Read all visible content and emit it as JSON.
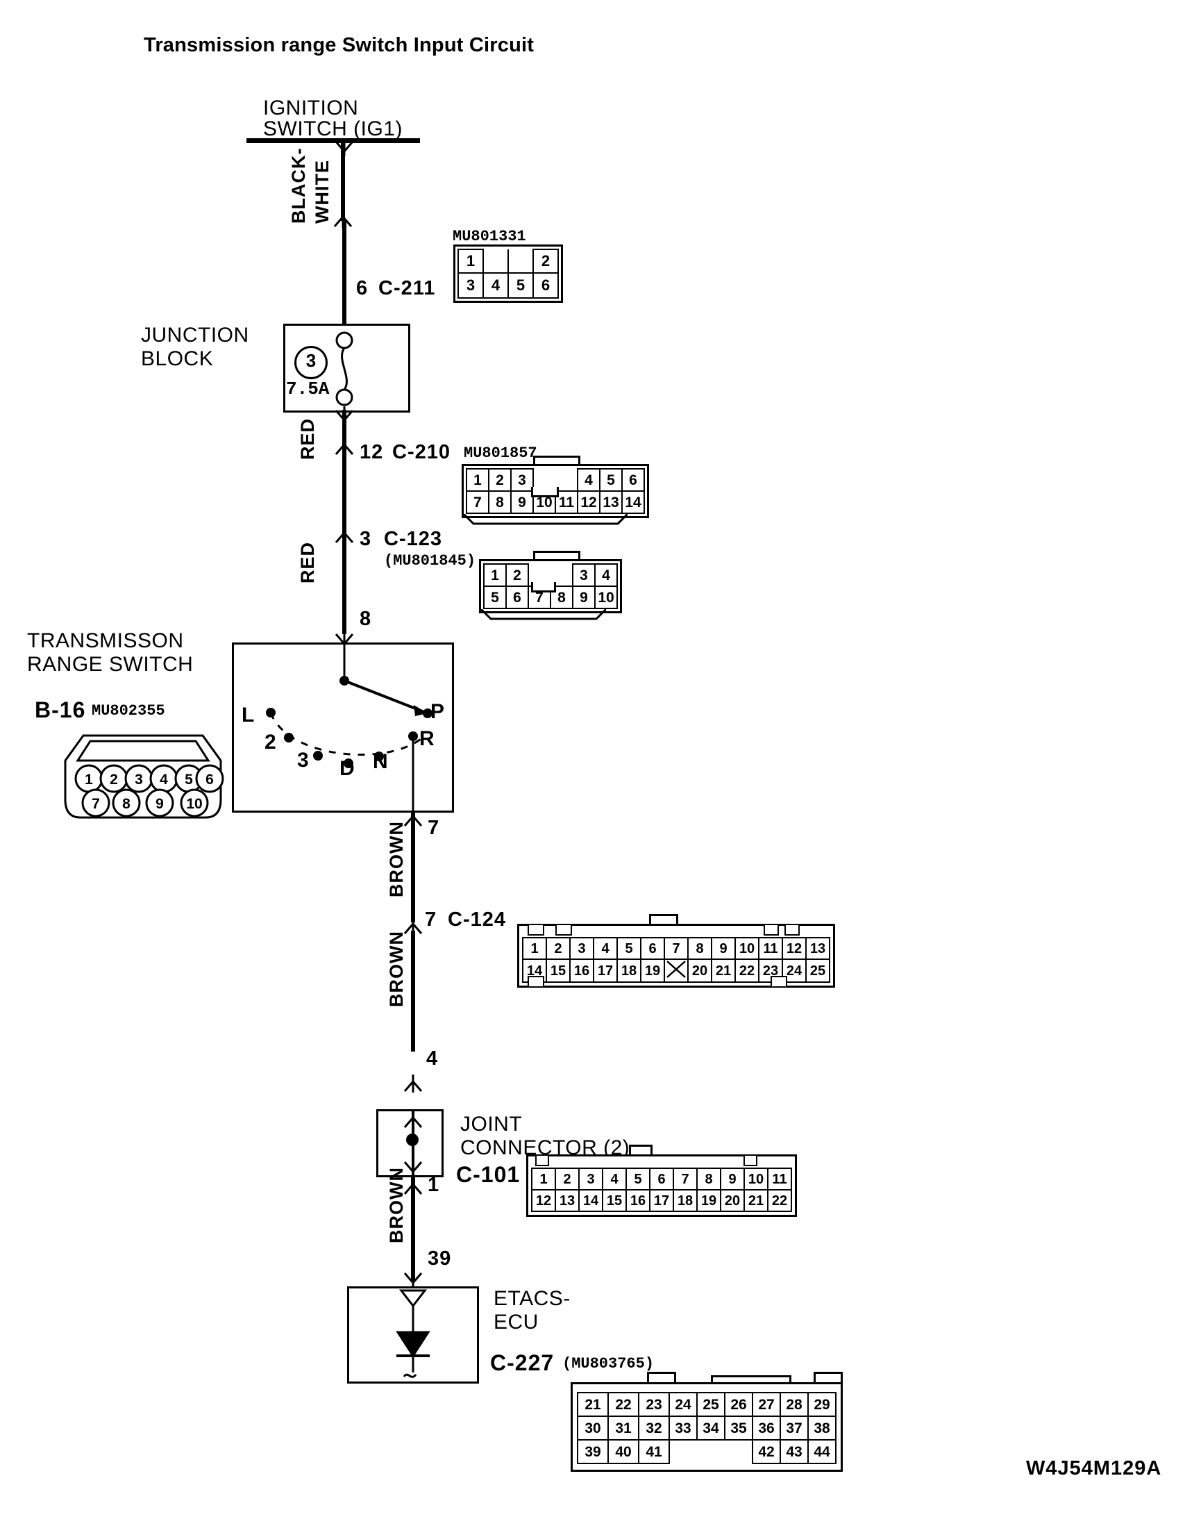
{
  "title": "Transmission range Switch Input Circuit",
  "diagram_code": "W4J54M129A",
  "nodes": {
    "ignition": {
      "line1": "IGNITION",
      "line2": "SWITCH (IG1)"
    },
    "junction_block": {
      "line1": "JUNCTION",
      "line2": "BLOCK",
      "fuse_number": "3",
      "fuse_rating": "7.5A"
    },
    "trans_switch": {
      "line1": "TRANSMISSON",
      "line2": "RANGE SWITCH",
      "connector_id": "B-16",
      "part_no": "MU802355",
      "positions": [
        "L",
        "2",
        "3",
        "D",
        "N",
        "R",
        "P"
      ]
    },
    "joint_connector": {
      "line1": "JOINT",
      "line2": "CONNECTOR (2)",
      "connector_id": "C-101"
    },
    "etacs": {
      "line1": "ETACS-",
      "line2": "ECU",
      "connector_id": "C-227",
      "part_no": "(MU803765)"
    }
  },
  "wires": [
    {
      "color": "BLACK-WHITE",
      "label_line1": "BLACK-",
      "label_line2": "WHITE"
    },
    {
      "color": "RED"
    },
    {
      "color": "RED"
    },
    {
      "color": "BROWN"
    },
    {
      "color": "BROWN"
    },
    {
      "color": "BROWN"
    }
  ],
  "terminals": {
    "c211": {
      "pin": "6",
      "connector": "C-211",
      "part_no": "MU801331"
    },
    "c210": {
      "pin": "12",
      "connector": "C-210",
      "part_no": "MU801857"
    },
    "c123": {
      "pin": "3",
      "connector": "C-123",
      "part_no": "(MU801845)"
    },
    "switch_in": {
      "pin": "8"
    },
    "switch_out": {
      "pin": "7"
    },
    "c124": {
      "pin": "7",
      "connector": "C-124"
    },
    "joint_in": {
      "pin": "4"
    },
    "joint_out": {
      "pin": "1"
    },
    "ecu_in": {
      "pin": "39"
    }
  },
  "connectors": {
    "MU801331": {
      "rows": [
        [
          "1",
          "",
          "",
          "2"
        ],
        [
          "3",
          "4",
          "5",
          "6"
        ]
      ]
    },
    "MU801857": {
      "row1": [
        "1",
        "2",
        "3",
        "",
        "4",
        "5",
        "6"
      ],
      "row2": [
        "7",
        "8",
        "9",
        "10",
        "11",
        "12",
        "13",
        "14"
      ]
    },
    "MU801845": {
      "row1": [
        "1",
        "2",
        "",
        "3",
        "4"
      ],
      "row2": [
        "5",
        "6",
        "7",
        "8",
        "9",
        "10"
      ]
    },
    "MU802355": {
      "row1": [
        "1",
        "2",
        "3",
        "4",
        "5",
        "6"
      ],
      "row2": [
        "7",
        "8",
        "9",
        "10"
      ]
    },
    "C-124": {
      "row1": [
        "1",
        "2",
        "3",
        "4",
        "5",
        "6",
        "7",
        "8",
        "9",
        "10",
        "11",
        "12",
        "13"
      ],
      "row2": [
        "14",
        "15",
        "16",
        "17",
        "18",
        "19",
        "X",
        "20",
        "21",
        "22",
        "23",
        "24",
        "25"
      ]
    },
    "C-101": {
      "row1": [
        "1",
        "2",
        "3",
        "4",
        "5",
        "6",
        "7",
        "8",
        "9",
        "10",
        "11"
      ],
      "row2": [
        "12",
        "13",
        "14",
        "15",
        "16",
        "17",
        "18",
        "19",
        "20",
        "21",
        "22"
      ]
    },
    "C-227": {
      "row1": [
        "21",
        "22",
        "23",
        "24",
        "25",
        "26",
        "27",
        "28",
        "29"
      ],
      "row2": [
        "30",
        "31",
        "32",
        "33",
        "34",
        "35",
        "36",
        "37",
        "38"
      ],
      "row3": [
        "39",
        "40",
        "41",
        "",
        "",
        "",
        "42",
        "43",
        "44"
      ]
    }
  }
}
